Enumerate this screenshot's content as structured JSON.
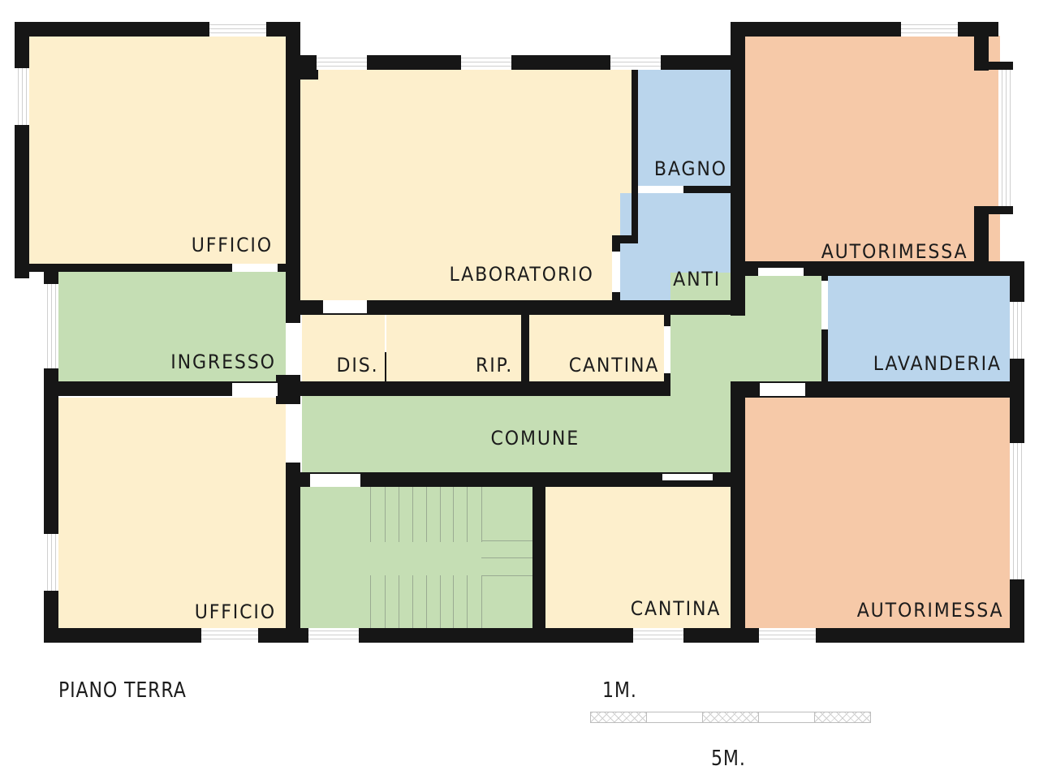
{
  "floor_plan": {
    "title": "PIANO TERRA",
    "colors": {
      "wall": "#161616",
      "office_yellow": "#fdefcc",
      "common_green": "#c5deb4",
      "service_blue": "#bad5ec",
      "garage_orange": "#f6c9a8"
    },
    "rooms": [
      {
        "id": "ufficio-top",
        "label": "UFFICIO",
        "color": "#fdefcc"
      },
      {
        "id": "laboratorio",
        "label": "LABORATORIO",
        "color": "#fdefcc"
      },
      {
        "id": "bagno",
        "label": "BAGNO",
        "color": "#bad5ec"
      },
      {
        "id": "anti",
        "label": "ANTI",
        "color": "#bad5ec"
      },
      {
        "id": "autorimessa-top",
        "label": "AUTORIMESSA",
        "color": "#f6c9a8"
      },
      {
        "id": "ingresso",
        "label": "INGRESSO",
        "color": "#c5deb4"
      },
      {
        "id": "dis",
        "label": "DIS.",
        "color": "#fdefcc"
      },
      {
        "id": "rip",
        "label": "RIP.",
        "color": "#fdefcc"
      },
      {
        "id": "cantina-top",
        "label": "CANTINA",
        "color": "#fdefcc"
      },
      {
        "id": "lavanderia",
        "label": "LAVANDERIA",
        "color": "#bad5ec"
      },
      {
        "id": "comune",
        "label": "COMUNE",
        "color": "#c5deb4"
      },
      {
        "id": "ufficio-bottom",
        "label": "UFFICIO",
        "color": "#fdefcc"
      },
      {
        "id": "stairs",
        "label": "",
        "color": "#c5deb4"
      },
      {
        "id": "cantina-bottom",
        "label": "CANTINA",
        "color": "#fdefcc"
      },
      {
        "id": "autorimessa-bottom",
        "label": "AUTORIMESSA",
        "color": "#f6c9a8"
      }
    ],
    "scale": {
      "top_label": "1M.",
      "bottom_label": "5M.",
      "segments": 5
    }
  }
}
